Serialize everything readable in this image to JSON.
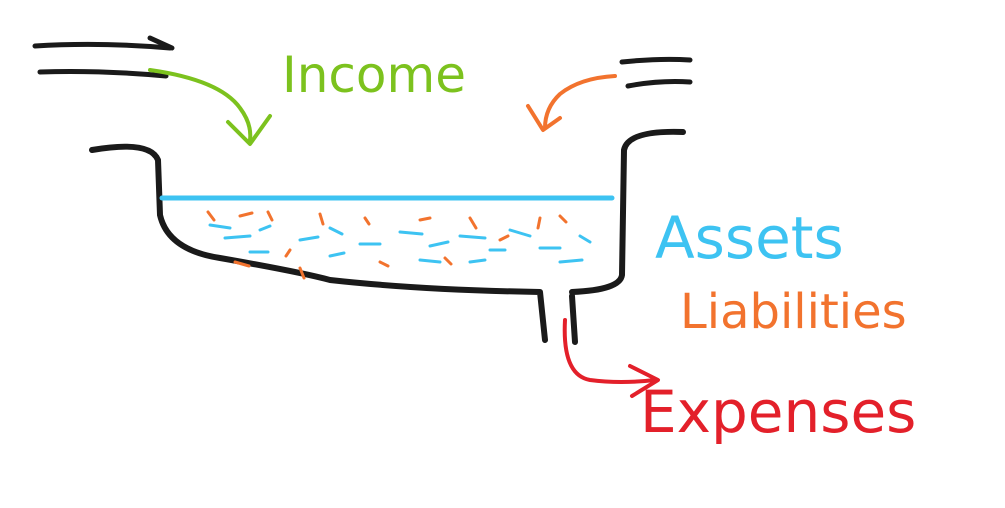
{
  "diagram": {
    "labels": {
      "income": "Income",
      "assets": "Assets",
      "liabilities": "Liabilities",
      "expenses": "Expenses"
    },
    "colors": {
      "income": "#7cc21e",
      "assets": "#3dc3f2",
      "liabilities": "#f2732e",
      "expenses": "#e3202a",
      "outline": "#1a1a1a"
    }
  }
}
